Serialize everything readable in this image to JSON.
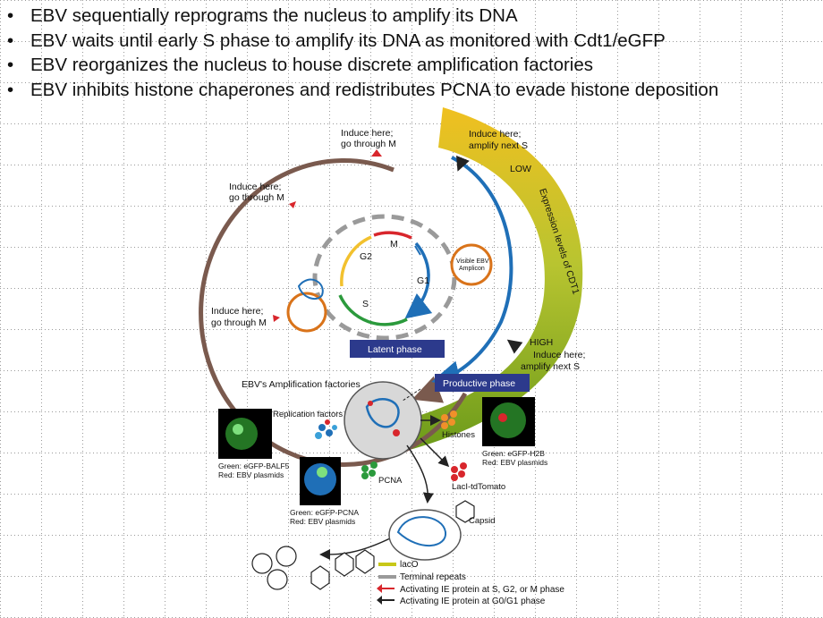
{
  "bullets": [
    "EBV sequentially reprograms the nucleus to amplify its DNA",
    "EBV waits until early S phase to amplify its DNA as monitored with Cdt1/eGFP",
    "EBV reorganizes the nucleus to house discrete amplification factories",
    "EBV inhibits histone chaperones and redistributes PCNA to evade histone deposition"
  ],
  "bullet_glyph": "•",
  "diagram": {
    "induce_m_top": [
      "Induce here;",
      "go through M"
    ],
    "induce_m_left": [
      "Induce here;",
      "go through M"
    ],
    "induce_m_bottom": [
      "Induce here;",
      "go through M"
    ],
    "induce_s_top": [
      "Induce here;",
      "amplify next S"
    ],
    "induce_s_bottom": [
      "Induce here;",
      "amplify next S"
    ],
    "low": "LOW",
    "high": "HIGH",
    "cdt1_label": "Expression levels of CDT1",
    "phases": {
      "g2": "G2",
      "m": "M",
      "g1": "G1",
      "s": "S"
    },
    "visible_amplicon": [
      "Visible EBV",
      "Amplicon"
    ],
    "latent_phase": "Latent phase",
    "productive_phase": "Productive phase",
    "amplification_factories": "EBV's Amplification factories",
    "replication_factors": "Replication factors",
    "histones": "Histones",
    "pcna": "PCNA",
    "laci": "LacI-tdTomato",
    "capsid": "Capsid",
    "micro_balf5": [
      "Green: eGFP-BALF5",
      "Red: EBV plasmids"
    ],
    "micro_pcna": [
      "Green: eGFP-PCNA",
      "Red: EBV plasmids"
    ],
    "micro_h2b": [
      "Green: eGFP-H2B",
      "Red: EBV plasmids"
    ],
    "legend": [
      "lacO",
      "Terminal repeats",
      "Activating IE protein at S, G2, or M phase",
      "Activating IE protein at G0/G1 phase"
    ]
  },
  "colors": {
    "outer_ring": "#7a5a4e",
    "g1": "#1f6fb7",
    "s": "#2b9a3c",
    "g2": "#f2c12e",
    "m": "#d8262c",
    "latent_box": "#2c3a8c",
    "productive_box": "#2c3a8c",
    "band_start": "#f0c020",
    "band_end": "#6a9a1a"
  }
}
